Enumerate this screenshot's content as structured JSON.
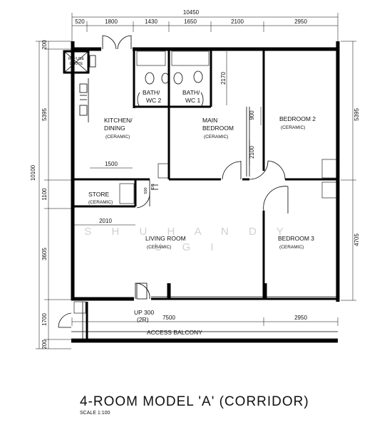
{
  "dimensions": {
    "top_total": "10450",
    "top_segments": [
      "520",
      "1800",
      "1430",
      "1650",
      "2100",
      "2950"
    ],
    "left_total": "10100",
    "left_segments": [
      "200",
      "5395",
      "1100",
      "3605",
      "1700",
      "200"
    ],
    "right_segments": [
      "5395",
      "4705"
    ],
    "bottom_segments": [
      "7500",
      "2950"
    ],
    "inner": {
      "bath_height": "2170",
      "window_900": "900",
      "door_2100": "2100",
      "kitchen_1500": "1500",
      "store_2010": "2010",
      "ds_500": "500"
    }
  },
  "rooms": {
    "refuse": [
      "REFUSE",
      "CHUTE"
    ],
    "kitchen": [
      "KITCHEN/",
      "DINING"
    ],
    "kitchen_finish": "(CERAMIC)",
    "bath2": [
      "BATH/",
      "WC 2"
    ],
    "bath1": [
      "BATH/",
      "WC 1"
    ],
    "main_bedroom": [
      "MAIN",
      "BEDROOM"
    ],
    "main_bedroom_finish": "(CERAMIC)",
    "bedroom2": "BEDROOM 2",
    "bedroom2_finish": "(CERAMIC)",
    "store": "STORE",
    "store_finish": "(CERAMIC)",
    "ds": "DS",
    "living": "LIVING ROOM",
    "living_finish": "(CERAMIC)",
    "bedroom3": "BEDROOM 3",
    "bedroom3_finish": "(CERAMIC)",
    "access_balcony": "ACCESS BALCONY",
    "entry_up": [
      "UP 300",
      "(2R)"
    ]
  },
  "watermark": [
    "S H U H A N D Y",
    "U G I"
  ],
  "title": "4-ROOM MODEL 'A' (CORRIDOR)",
  "scale": "SCALE  1:100"
}
